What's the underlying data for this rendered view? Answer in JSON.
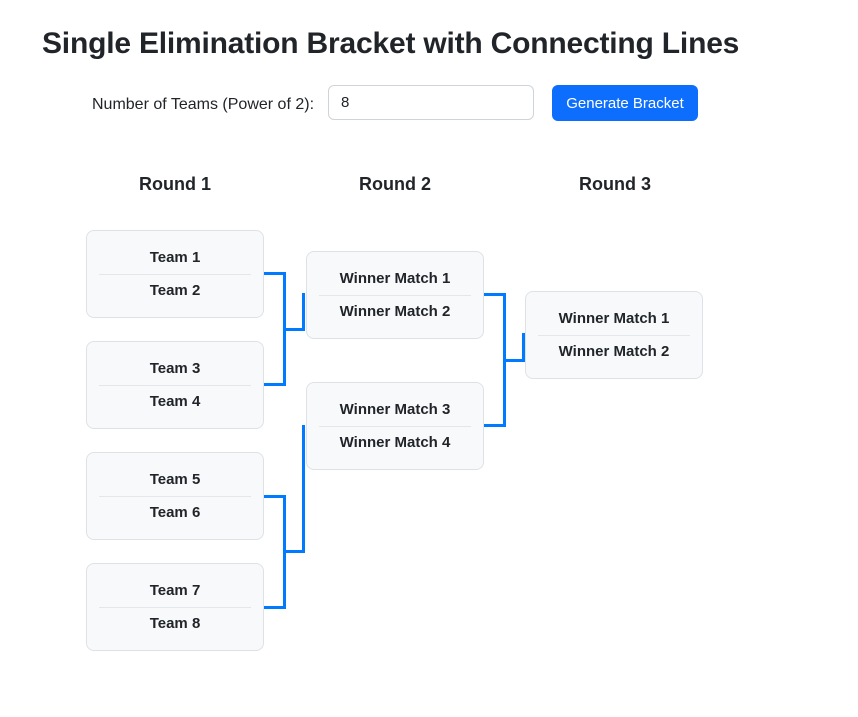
{
  "page": {
    "title": "Single Elimination Bracket with Connecting Lines"
  },
  "controls": {
    "label": "Number of Teams (Power of 2):",
    "input_value": "8",
    "button_label": "Generate Bracket"
  },
  "colors": {
    "accent_blue": "#0d6efd",
    "connector_blue": "#007bff",
    "box_background": "#f8f9fa",
    "box_border": "#dee2e6",
    "text_dark": "#212529"
  },
  "bracket": {
    "rounds": [
      {
        "label": "Round 1",
        "matches": [
          {
            "top": "Team 1",
            "bottom": "Team 2"
          },
          {
            "top": "Team 3",
            "bottom": "Team 4"
          },
          {
            "top": "Team 5",
            "bottom": "Team 6"
          },
          {
            "top": "Team 7",
            "bottom": "Team 8"
          }
        ]
      },
      {
        "label": "Round 2",
        "matches": [
          {
            "top": "Winner Match 1",
            "bottom": "Winner Match 2"
          },
          {
            "top": "Winner Match 3",
            "bottom": "Winner Match 4"
          }
        ]
      },
      {
        "label": "Round 3",
        "matches": [
          {
            "top": "Winner Match 1",
            "bottom": "Winner Match 2"
          }
        ]
      }
    ]
  }
}
